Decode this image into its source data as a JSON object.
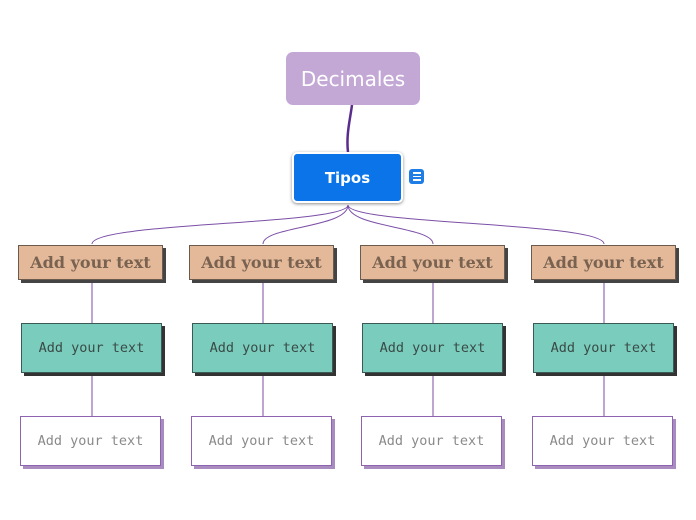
{
  "root": {
    "label": "Decimales"
  },
  "main": {
    "label": "Tipos"
  },
  "columns": [
    {
      "level1": "Add your text",
      "level2": "Add your text",
      "level3": "Add your text"
    },
    {
      "level1": "Add your text",
      "level2": "Add your text",
      "level3": "Add your text"
    },
    {
      "level1": "Add your text",
      "level2": "Add your text",
      "level3": "Add your text"
    },
    {
      "level1": "Add your text",
      "level2": "Add your text",
      "level3": "Add your text"
    }
  ],
  "colors": {
    "root": "#c3a8d6",
    "main": "#0a74e8",
    "level1": "#e3b999",
    "level2": "#7acdbd",
    "connector": "#7b4fa6"
  },
  "icons": {
    "note": "note-icon"
  }
}
